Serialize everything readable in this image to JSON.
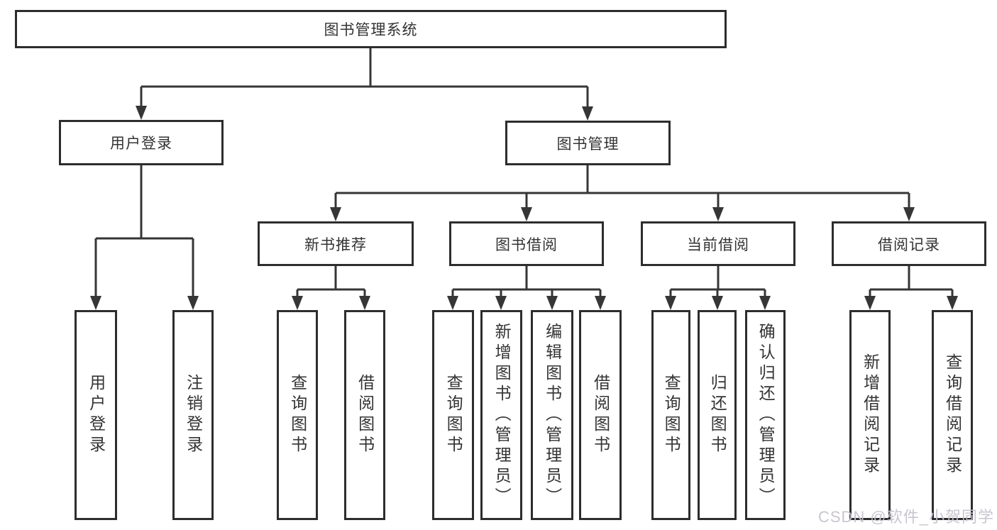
{
  "tree": {
    "root": {
      "label": "图书管理系统"
    },
    "branches": [
      {
        "label": "用户登录",
        "children": [
          {
            "label": "用户登录"
          },
          {
            "label": "注销登录"
          }
        ]
      },
      {
        "label": "图书管理",
        "children": [
          {
            "label": "新书推荐",
            "children": [
              {
                "label": "查询图书"
              },
              {
                "label": "借阅图书"
              }
            ]
          },
          {
            "label": "图书借阅",
            "children": [
              {
                "label": "查询图书"
              },
              {
                "label": "新增图书（管理员）"
              },
              {
                "label": "编辑图书（管理员）"
              },
              {
                "label": "借阅图书"
              }
            ]
          },
          {
            "label": "当前借阅",
            "children": [
              {
                "label": "查询图书"
              },
              {
                "label": "归还图书"
              },
              {
                "label": "确认归还（管理员）"
              }
            ]
          },
          {
            "label": "借阅记录",
            "children": [
              {
                "label": "新增借阅记录"
              },
              {
                "label": "查询借阅记录"
              }
            ]
          }
        ]
      }
    ]
  },
  "watermark": {
    "text": "CSDN @软件_小贺同学"
  },
  "colors": {
    "line": "#363636",
    "border": "#2d2d2d",
    "text": "#333333",
    "watermark": "#c6c2cc",
    "background": "#ffffff"
  }
}
